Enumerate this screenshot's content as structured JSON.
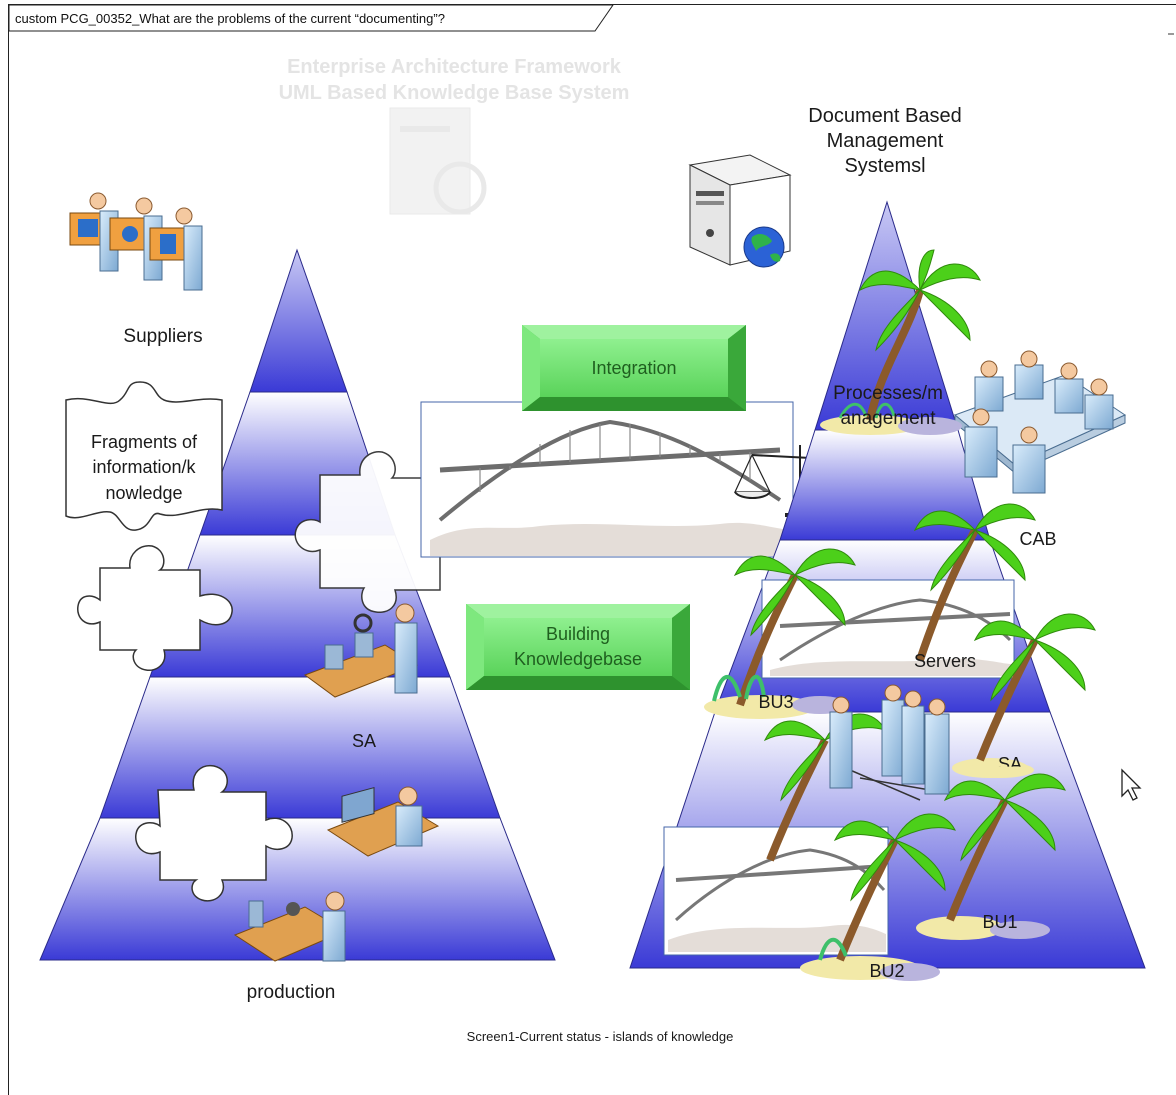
{
  "diagram": {
    "title_tab": "custom PCG_00352_What are the problems of the current “documenting”?",
    "watermark": {
      "line1": "Enterprise Architecture Framework",
      "line2": "UML Based Knowledge Base System"
    },
    "left_pyramid": {
      "suppliers_label": "Suppliers",
      "fragments_label_line1": "Fragments of",
      "fragments_label_line2": "information/k",
      "fragments_label_line3": "nowledge",
      "sa_label": "SA",
      "production_label": "production"
    },
    "center": {
      "integration_button": "Integration",
      "building_button_line1": "Building",
      "building_button_line2": "Knowledgebase"
    },
    "right_pyramid": {
      "heading_line1": "Document Based",
      "heading_line2": "Management",
      "heading_line3": "Systemsl",
      "processes_line1": "Processes/m",
      "processes_line2": "anagement",
      "cab_label": "CAB",
      "servers_label": "Servers",
      "bu3_label": "BU3",
      "bu1_label": "BU1",
      "bu2_label": "BU2",
      "partial_label": "SA"
    },
    "caption": "Screen1-Current status - islands of knowledge",
    "colors": {
      "pyramid_dark": "#3a3ad6",
      "pyramid_light": "#ffffff",
      "button_green": "#66e066",
      "button_edge": "#3bbb3b",
      "palm_green": "#4cd01a",
      "palm_trunk": "#8b5a2b"
    }
  }
}
